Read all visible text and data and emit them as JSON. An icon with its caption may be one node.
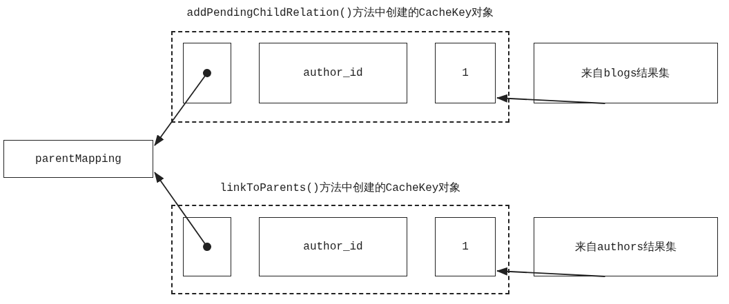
{
  "diagram": {
    "nodes": [
      {
        "text": [
          "addPendingChildRelation()方法中创建的CacheKey对象"
        ]
      },
      {
        "text": [],
        "shape": "box",
        "in": 0
      },
      {
        "text": [
          "author_id"
        ],
        "in": 0
      },
      {
        "text": [
          "1"
        ],
        "in": 0
      },
      {
        "text": [
          "来自blogs结果集"
        ]
      },
      {
        "text": [
          "parentMapping"
        ]
      },
      {
        "text": [
          "linkToParents()方法中创建的CacheKey对象"
        ]
      },
      {
        "text": [],
        "shape": "box",
        "in": 6
      },
      {
        "text": [
          "author_id"
        ],
        "in": 6
      },
      {
        "text": [
          "1"
        ],
        "in": 6
      },
      {
        "text": [
          "来自authors结果集"
        ]
      }
    ],
    "edges": [
      {
        "from": 1,
        "to": 5,
        "arrow": "to"
      },
      {
        "from": 4,
        "to": 3,
        "arrow": "to"
      },
      {
        "from": 7,
        "to": 5,
        "arrow": "to"
      },
      {
        "from": 10,
        "to": 9,
        "arrow": "to"
      }
    ]
  }
}
